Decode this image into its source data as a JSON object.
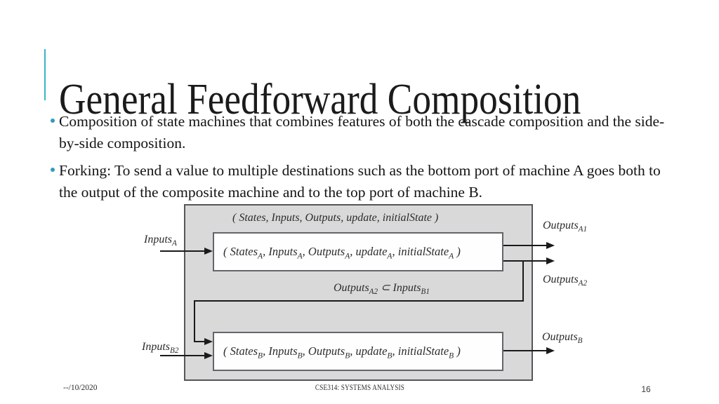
{
  "slide": {
    "title": "General Feedforward Composition",
    "accent_color": "#3cb4c7",
    "bullets": [
      {
        "text": "Composition of state machines that combines features of both the cascade composition and the side-by-side composition."
      },
      {
        "text": "Forking: To send a value to multiple destinations such as the bottom port of machine A goes both to the output of the composite machine and to the top port of machine B."
      }
    ],
    "footer": {
      "date": "--/10/2020",
      "course": "CSE314: SYSTEMS ANALYSIS",
      "page": "16"
    }
  },
  "diagram": {
    "colors": {
      "panel_fill": "#d9d9d9",
      "panel_border": "#55565a",
      "machine_box_fill": "#fefefe",
      "machine_box_border": "#63656a",
      "line": "#1a1a1a"
    },
    "composite_tuple": "( States, Inputs, Outputs, update, initialState )",
    "machine_a_tuple": "( States_A, Inputs_A, Outputs_A, update_A, initialState_A )",
    "machine_b_tuple": "( States_B, Inputs_B, Outputs_B, update_B, initialState_B )",
    "constraint": "Outputs_A2 ⊂ Inputs_B1",
    "labels": {
      "inputs_a": "Inputs_A",
      "inputs_b2": "Inputs_B2",
      "outputs_a1": "Outputs_A1",
      "outputs_a2": "Outputs_A2",
      "outputs_b": "Outputs_B"
    }
  }
}
